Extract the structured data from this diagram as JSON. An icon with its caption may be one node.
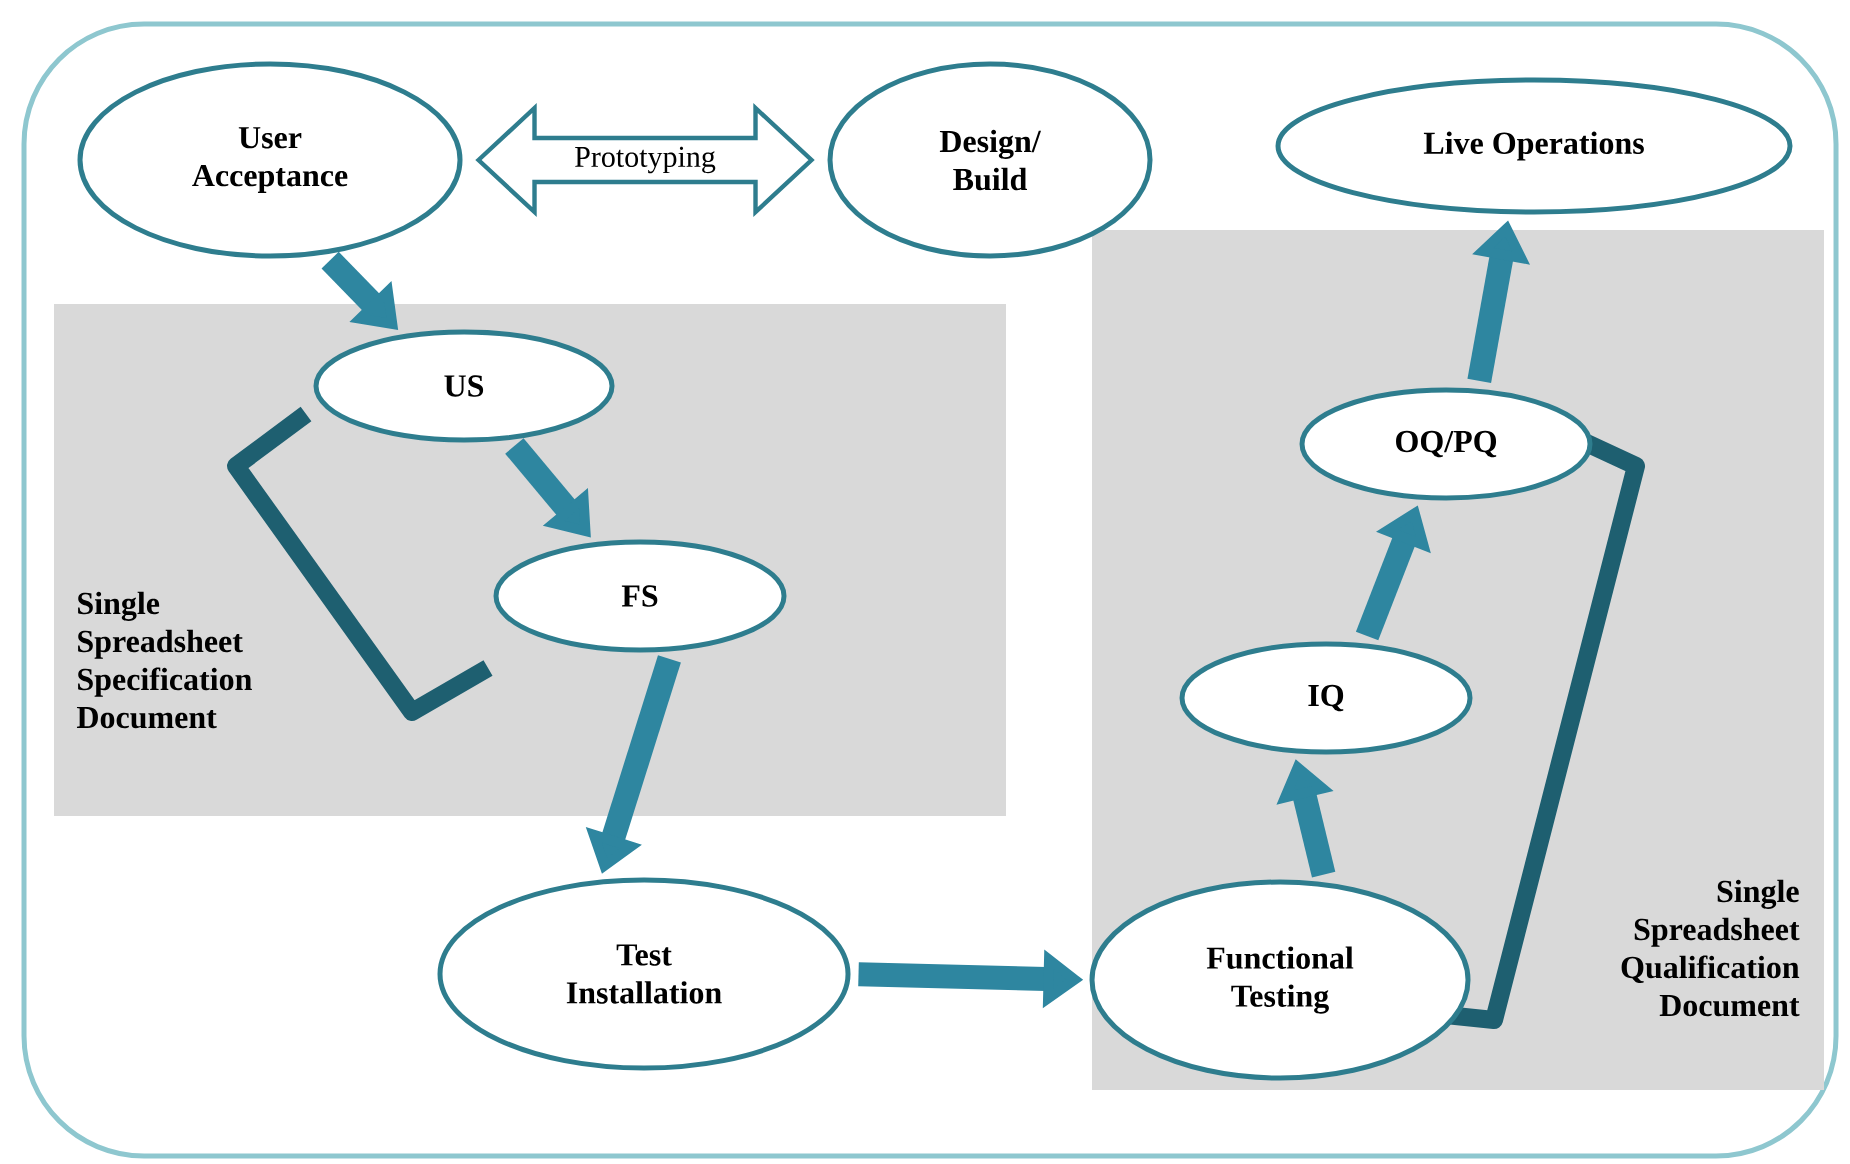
{
  "diagram": {
    "nodes": [
      {
        "text": [
          "User Acceptance"
        ]
      },
      {
        "text": [
          "Design/ Build"
        ]
      },
      {
        "text": [
          "Live Operations"
        ]
      },
      {
        "text": [
          "Single Spreadsheet Specification Document"
        ]
      },
      {
        "text": [
          "US"
        ],
        "in": 3
      },
      {
        "text": [
          "FS"
        ],
        "in": 3
      },
      {
        "text": [
          "Test Installation"
        ]
      },
      {
        "text": [
          "Single Spreadsheet Qualification Document"
        ]
      },
      {
        "text": [
          "Functional Testing"
        ],
        "in": 7
      },
      {
        "text": [
          "IQ"
        ],
        "in": 7
      },
      {
        "text": [
          "OQ/PQ"
        ],
        "in": 7
      }
    ],
    "edges": [
      {
        "from": 0,
        "to": 1,
        "arrow": "both",
        "label": "Prototyping"
      },
      {
        "from": 0,
        "to": 4,
        "arrow": "to"
      },
      {
        "from": 4,
        "to": 5,
        "arrow": "to"
      },
      {
        "from": 5,
        "to": 6,
        "arrow": "to"
      },
      {
        "from": 6,
        "to": 8,
        "arrow": "to"
      },
      {
        "from": 8,
        "to": 9,
        "arrow": "to"
      },
      {
        "from": 9,
        "to": 10,
        "arrow": "to"
      },
      {
        "from": 10,
        "to": 2,
        "arrow": "to"
      }
    ]
  }
}
